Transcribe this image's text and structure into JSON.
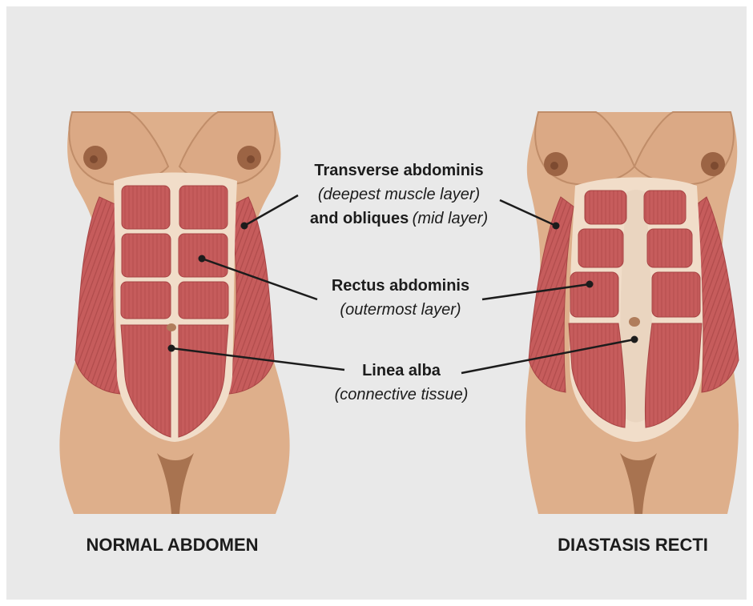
{
  "labels": {
    "transverse": {
      "name": "Transverse abdominis",
      "note": "(deepest muscle layer)",
      "and_text": "and obliques",
      "and_note": "(mid layer)"
    },
    "rectus": {
      "name": "Rectus abdominis",
      "note": "(outermost layer)"
    },
    "linea": {
      "name": "Linea alba",
      "note": "(connective tissue)"
    }
  },
  "captions": {
    "left": "NORMAL ABDOMEN",
    "right": "DIASTASIS RECTI"
  },
  "colors": {
    "background": "#e9e9e9",
    "skin": "#deaf8b",
    "skin_shadow": "#c08d69",
    "fascia": "#f1ddc9",
    "muscle": "#c65c5c",
    "muscle_dark": "#a84444",
    "nipple": "#9c6444",
    "line": "#1c1c1c"
  }
}
